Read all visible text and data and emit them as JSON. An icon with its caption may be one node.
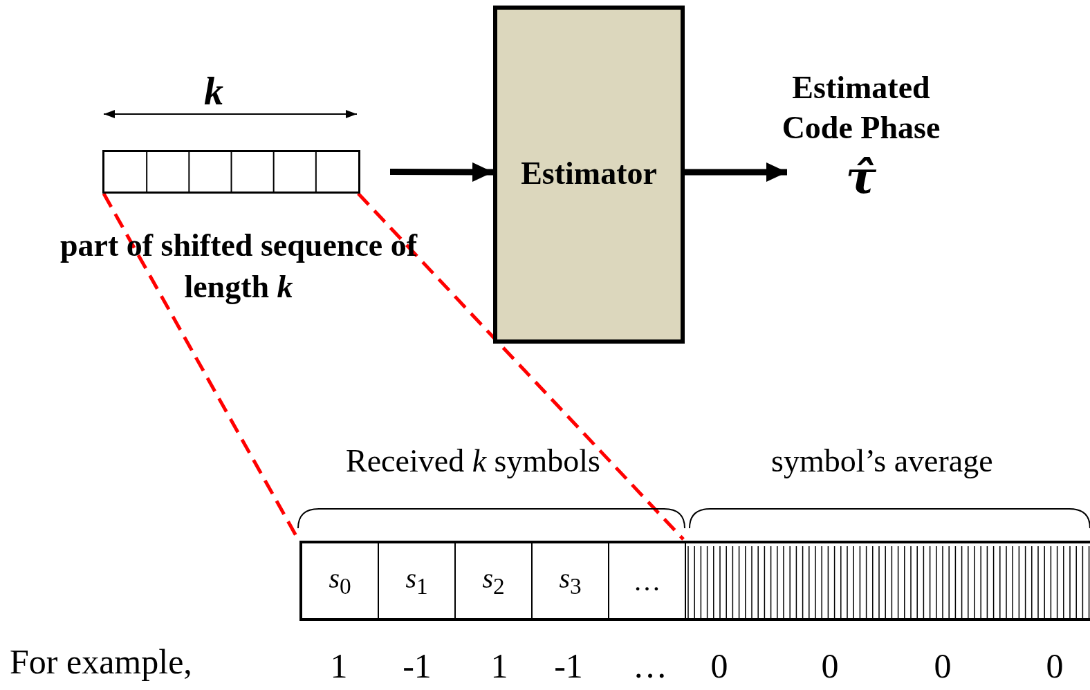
{
  "diagram": {
    "nodes": [
      {
        "text": [],
        "shape": "bar",
        "beside": [
          "part of shifted sequence of length *k*"
        ]
      },
      {
        "text": [
          "Estimator"
        ]
      },
      {
        "text": [
          "Estimated Code Phase",
          "τ̂"
        ]
      },
      {
        "text": [
          "*s*$_{0}$",
          "*s*$_{1}$",
          "*s*$_{2}$",
          "*s*$_{3}$",
          "…"
        ]
      }
    ],
    "edges": [
      {
        "from": 0,
        "to": 1,
        "arrow": "to",
        "style": "thick"
      },
      {
        "from": 1,
        "to": 2,
        "arrow": "to",
        "style": "thick"
      },
      {
        "from": 0,
        "to": 3,
        "arrow": "none",
        "style": "dashed",
        "color": "#ff0000"
      },
      {
        "from": 0,
        "to": 3,
        "arrow": "none",
        "style": "dashed",
        "color": "#ff0000"
      }
    ],
    "labels": [
      "*k*",
      "Received *k* symbols",
      "symbol’s average",
      "For example,",
      "1",
      "-1",
      "1",
      "-1",
      "…",
      "0",
      "0",
      "0",
      "0"
    ]
  }
}
